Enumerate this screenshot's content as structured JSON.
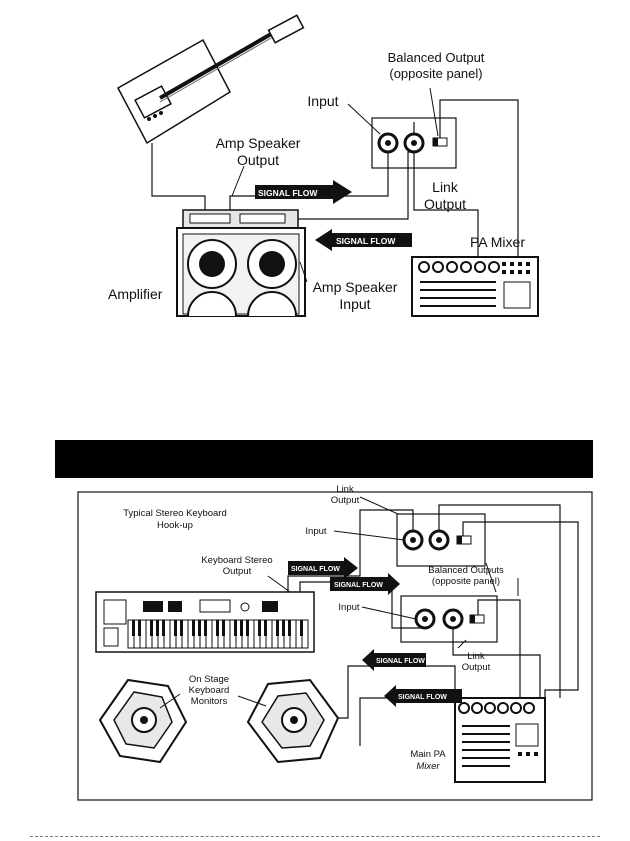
{
  "diagram1": {
    "balanced_output_line1": "Balanced Output",
    "balanced_output_line2": "(opposite panel)",
    "input": "Input",
    "amp_speaker_output_line1": "Amp Speaker",
    "amp_speaker_output_line2": "Output",
    "signal_flow_1": "SIGNAL FLOW",
    "signal_flow_2": "SIGNAL FLOW",
    "link_output_line1": "Link",
    "link_output_line2": "Output",
    "pa_mixer": "PA Mixer",
    "amplifier": "Amplifier",
    "amp_speaker_input_line1": "Amp Speaker",
    "amp_speaker_input_line2": "Input"
  },
  "banner": {
    "text": ""
  },
  "diagram2": {
    "title_line1": "Typical Stereo Keyboard",
    "title_line2": "Hook-up",
    "link_output_top_line1": "Link",
    "link_output_top_line2": "Output",
    "input_top": "Input",
    "keyboard_stereo_output_line1": "Keyboard Stereo",
    "keyboard_stereo_output_line2": "Output",
    "signal_flow_a": "SIGNAL FLOW",
    "signal_flow_b": "SIGNAL FLOW",
    "balanced_outputs_line1": "Balanced Outputs",
    "balanced_outputs_line2": "(opposite panel)",
    "input_bottom": "Input",
    "link_output_bottom_line1": "Link",
    "link_output_bottom_line2": "Output",
    "signal_flow_c": "SIGNAL FLOW",
    "signal_flow_d": "SIGNAL FLOW",
    "monitors_line1": "On Stage",
    "monitors_line2": "Keyboard",
    "monitors_line3": "Monitors",
    "main_pa_line1": "Main PA",
    "main_pa_line2": "Mixer"
  }
}
